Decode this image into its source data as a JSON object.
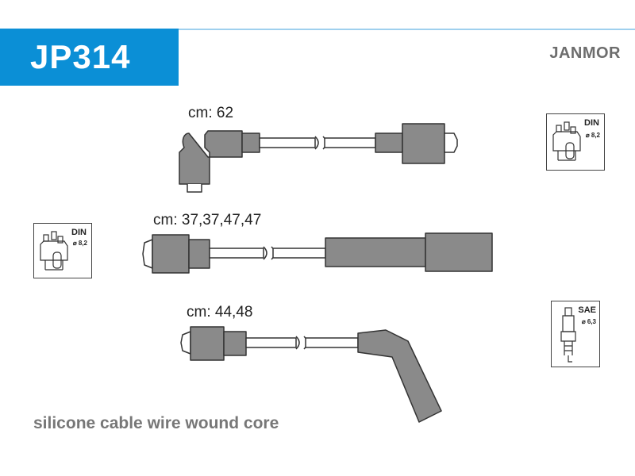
{
  "header": {
    "code": "JP314",
    "brand": "JANMOR"
  },
  "cables": [
    {
      "label": "cm: 62"
    },
    {
      "label": "cm: 37,37,47,47"
    },
    {
      "label": "cm: 44,48"
    }
  ],
  "connectors": [
    {
      "standard": "DIN",
      "diameter": "⌀ 8,2",
      "icon": "distributor-cap-icon"
    },
    {
      "standard": "DIN",
      "diameter": "⌀ 8,2",
      "icon": "distributor-cap-icon"
    },
    {
      "standard": "SAE",
      "diameter": "⌀ 6,3",
      "icon": "spark-plug-icon"
    }
  ],
  "footer": {
    "text": "silicone cable wire wound core"
  },
  "colors": {
    "accent": "#0b8fd6",
    "boot": "#8a8a8a",
    "outline": "#333333"
  }
}
